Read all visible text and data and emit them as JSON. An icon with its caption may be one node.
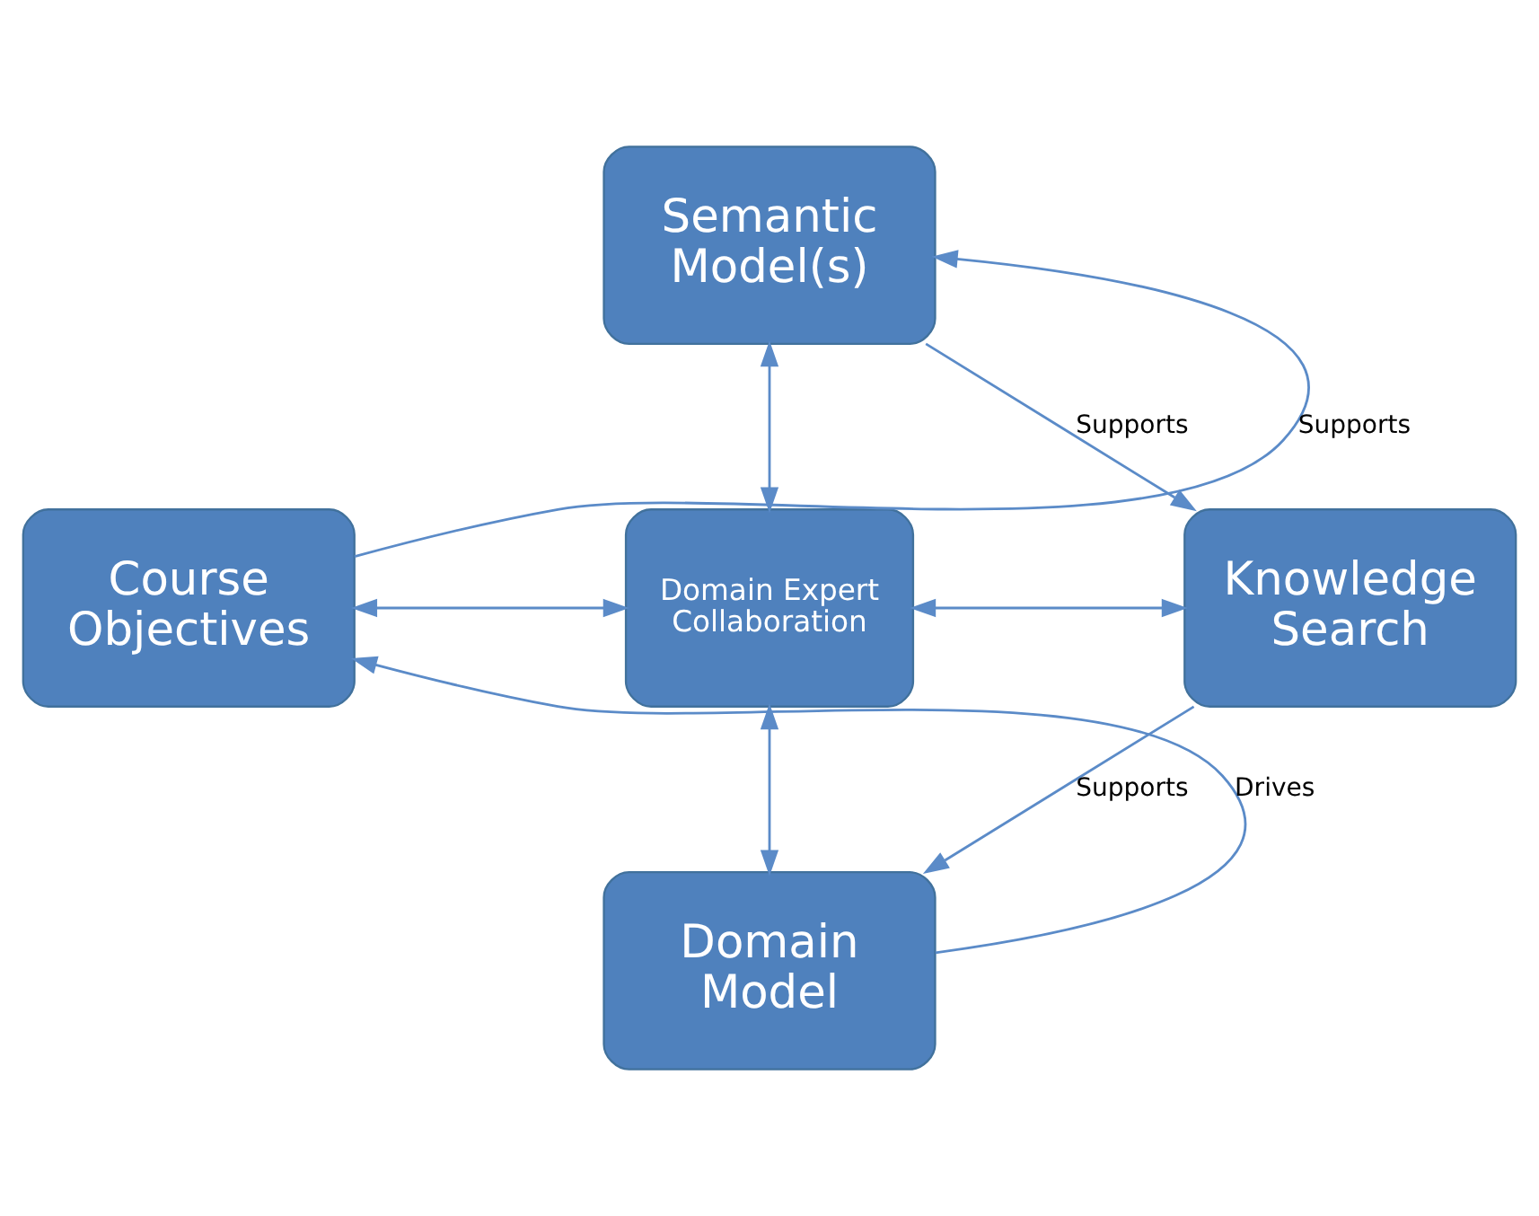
{
  "diagram": {
    "nodes": [
      {
        "text": [
          "Semantic Model(s)"
        ]
      },
      {
        "text": [
          "Course Objectives"
        ]
      },
      {
        "text": [
          "Domain Expert Collaboration"
        ]
      },
      {
        "text": [
          "Knowledge Search"
        ]
      },
      {
        "text": [
          "Domain Model"
        ]
      }
    ],
    "edges": [
      {
        "from": 0,
        "to": 2,
        "arrow": "both"
      },
      {
        "from": 1,
        "to": 2,
        "arrow": "both"
      },
      {
        "from": 2,
        "to": 3,
        "arrow": "both"
      },
      {
        "from": 2,
        "to": 4,
        "arrow": "both"
      },
      {
        "from": 1,
        "to": 0,
        "arrow": "to",
        "label": "Supports"
      },
      {
        "from": 0,
        "to": 3,
        "arrow": "to",
        "label": "Supports"
      },
      {
        "from": 3,
        "to": 4,
        "arrow": "to",
        "label": "Supports"
      },
      {
        "from": 4,
        "to": 1,
        "arrow": "to",
        "label": "Drives"
      }
    ]
  }
}
